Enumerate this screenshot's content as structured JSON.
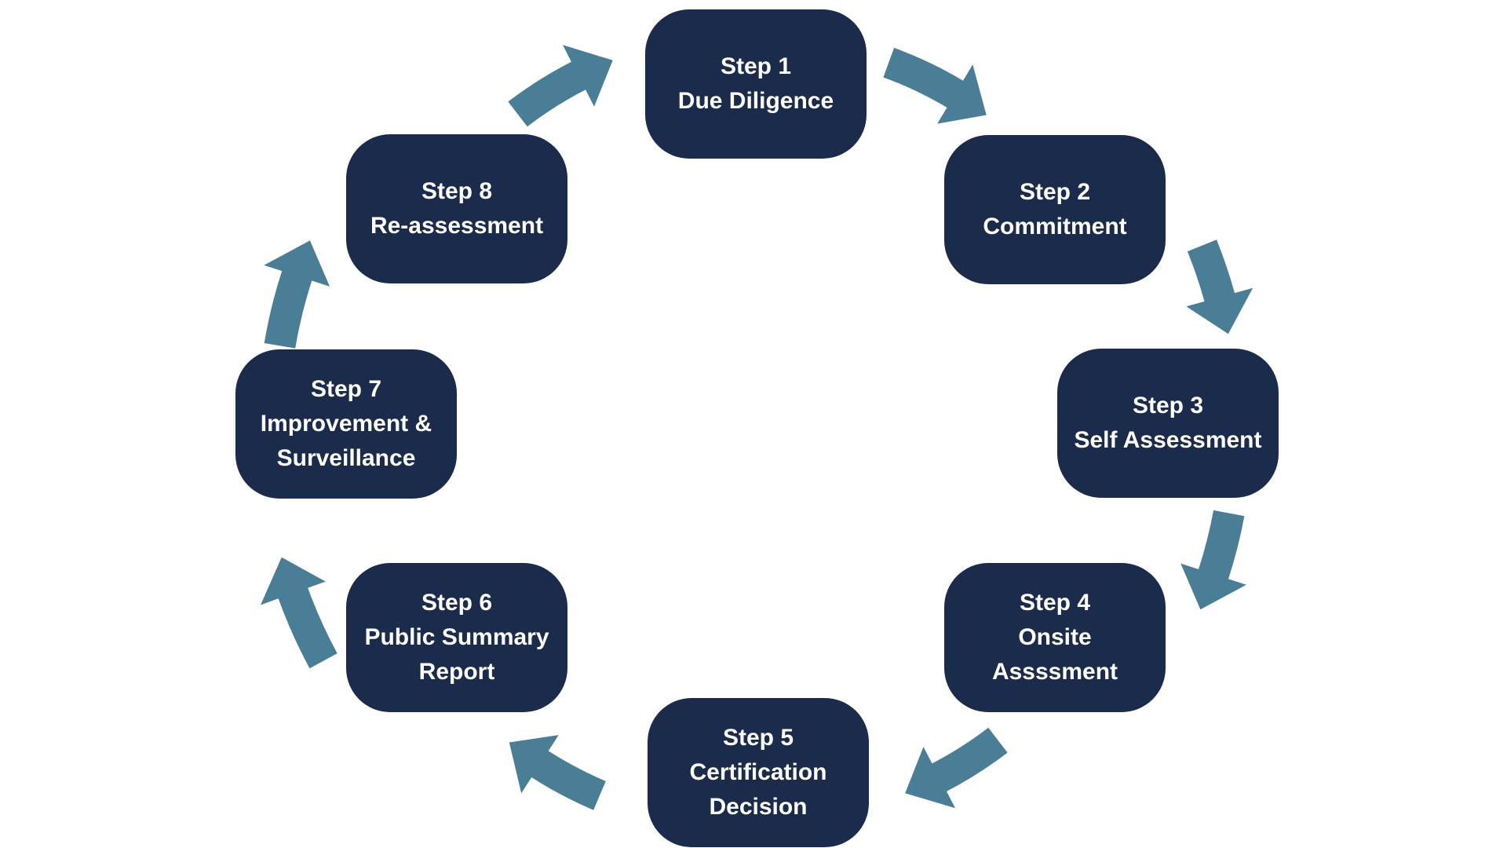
{
  "diagram": {
    "background_color": "#FFFFFF",
    "box_color": "#1B2B4B",
    "arrow_color": "#4A7D96",
    "text_color": "#FFFFFF",
    "steps": [
      {
        "step_label": "Step 1",
        "title_lines": [
          "Due Diligence"
        ]
      },
      {
        "step_label": "Step 2",
        "title_lines": [
          "Commitment"
        ]
      },
      {
        "step_label": "Step 3",
        "title_lines": [
          "Self Assessment"
        ]
      },
      {
        "step_label": "Step 4",
        "title_lines": [
          "Onsite",
          "Assssment"
        ]
      },
      {
        "step_label": "Step 5",
        "title_lines": [
          "Certification",
          "Decision"
        ]
      },
      {
        "step_label": "Step 6",
        "title_lines": [
          "Public Summary",
          "Report"
        ]
      },
      {
        "step_label": "Step 7",
        "title_lines": [
          "Improvement &",
          "Surveillance"
        ]
      },
      {
        "step_label": "Step 8",
        "title_lines": [
          "Re-assessment"
        ]
      }
    ],
    "arrows": [
      {
        "from": "step-1",
        "to": "step-2"
      },
      {
        "from": "step-2",
        "to": "step-3"
      },
      {
        "from": "step-3",
        "to": "step-4"
      },
      {
        "from": "step-4",
        "to": "step-5"
      },
      {
        "from": "step-5",
        "to": "step-6"
      },
      {
        "from": "step-6",
        "to": "step-7"
      },
      {
        "from": "step-7",
        "to": "step-8"
      },
      {
        "from": "step-8",
        "to": "step-1"
      }
    ]
  }
}
